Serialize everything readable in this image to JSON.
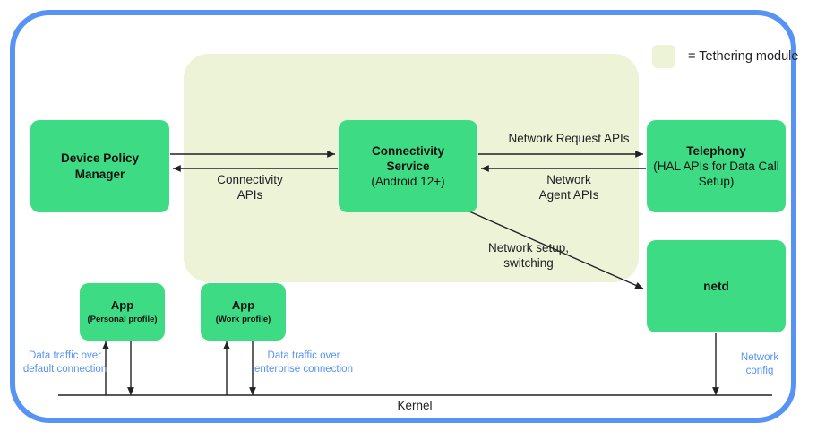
{
  "diagram": {
    "legend": {
      "swatch_color": "#edf3d6",
      "label": "= Tethering module"
    },
    "colors": {
      "node_green": "#3ddc84",
      "tethering_fill": "#edf3d6",
      "frame_blue": "#5693f5",
      "blue_text": "#5693f5",
      "line_black": "#202124"
    },
    "nodes": [
      {
        "id": "device-policy-manager",
        "title": "Device Policy",
        "title2": "Manager",
        "subtitle": ""
      },
      {
        "id": "connectivity-service",
        "title": "Connectivity",
        "title2": "Service",
        "subtitle": "(Android 12+)"
      },
      {
        "id": "telephony",
        "title": "Telephony",
        "title2": "",
        "subtitle": "(HAL APIs for Data\nCall Setup)"
      },
      {
        "id": "netd",
        "title": "netd",
        "title2": "",
        "subtitle": ""
      },
      {
        "id": "app-personal",
        "title": "App",
        "title2": "",
        "subtitle": "(Personal profile)"
      },
      {
        "id": "app-work",
        "title": "App",
        "title2": "",
        "subtitle": "(Work profile)"
      }
    ],
    "edge_labels": {
      "network_request_apis": "Network Request APIs",
      "network_agent_apis": "Network\nAgent APIs",
      "connectivity_apis": "Connectivity\nAPIs",
      "network_setup_switching": "Network setup,\nswitching"
    },
    "traffic_labels": {
      "default_connection": "Data traffic over\ndefault connection",
      "enterprise_connection": "Data traffic over\nenterprise connection",
      "network_config": "Network\nconfig"
    },
    "kernel": {
      "label": "Kernel"
    }
  }
}
